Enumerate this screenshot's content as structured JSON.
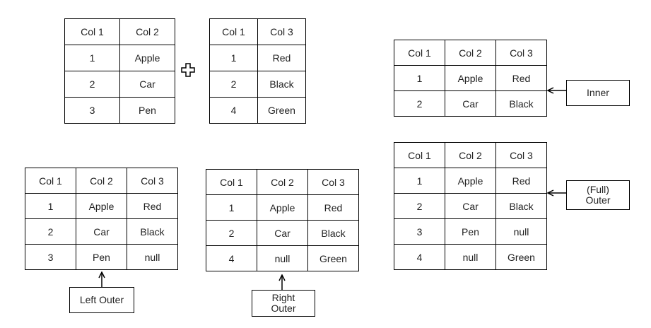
{
  "operator_symbol": "plus-outline-icon",
  "tables": {
    "left_input": {
      "rows": [
        [
          "Col 1",
          "Col 2"
        ],
        [
          "1",
          "Apple"
        ],
        [
          "2",
          "Car"
        ],
        [
          "3",
          "Pen"
        ]
      ]
    },
    "right_input": {
      "rows": [
        [
          "Col 1",
          "Col 3"
        ],
        [
          "1",
          "Red"
        ],
        [
          "2",
          "Black"
        ],
        [
          "4",
          "Green"
        ]
      ]
    },
    "inner": {
      "rows": [
        [
          "Col 1",
          "Col 2",
          "Col 3"
        ],
        [
          "1",
          "Apple",
          "Red"
        ],
        [
          "2",
          "Car",
          "Black"
        ]
      ]
    },
    "left_outer": {
      "rows": [
        [
          "Col 1",
          "Col 2",
          "Col 3"
        ],
        [
          "1",
          "Apple",
          "Red"
        ],
        [
          "2",
          "Car",
          "Black"
        ],
        [
          "3",
          "Pen",
          "null"
        ]
      ]
    },
    "right_outer": {
      "rows": [
        [
          "Col 1",
          "Col 2",
          "Col 3"
        ],
        [
          "1",
          "Apple",
          "Red"
        ],
        [
          "2",
          "Car",
          "Black"
        ],
        [
          "4",
          "null",
          "Green"
        ]
      ]
    },
    "full_outer": {
      "rows": [
        [
          "Col 1",
          "Col 2",
          "Col 3"
        ],
        [
          "1",
          "Apple",
          "Red"
        ],
        [
          "2",
          "Car",
          "Black"
        ],
        [
          "3",
          "Pen",
          "null"
        ],
        [
          "4",
          "null",
          "Green"
        ]
      ]
    }
  },
  "labels": {
    "inner": "Inner",
    "full_outer": "(Full)\nOuter",
    "left_outer": "Left Outer",
    "right_outer": "Right\nOuter"
  }
}
